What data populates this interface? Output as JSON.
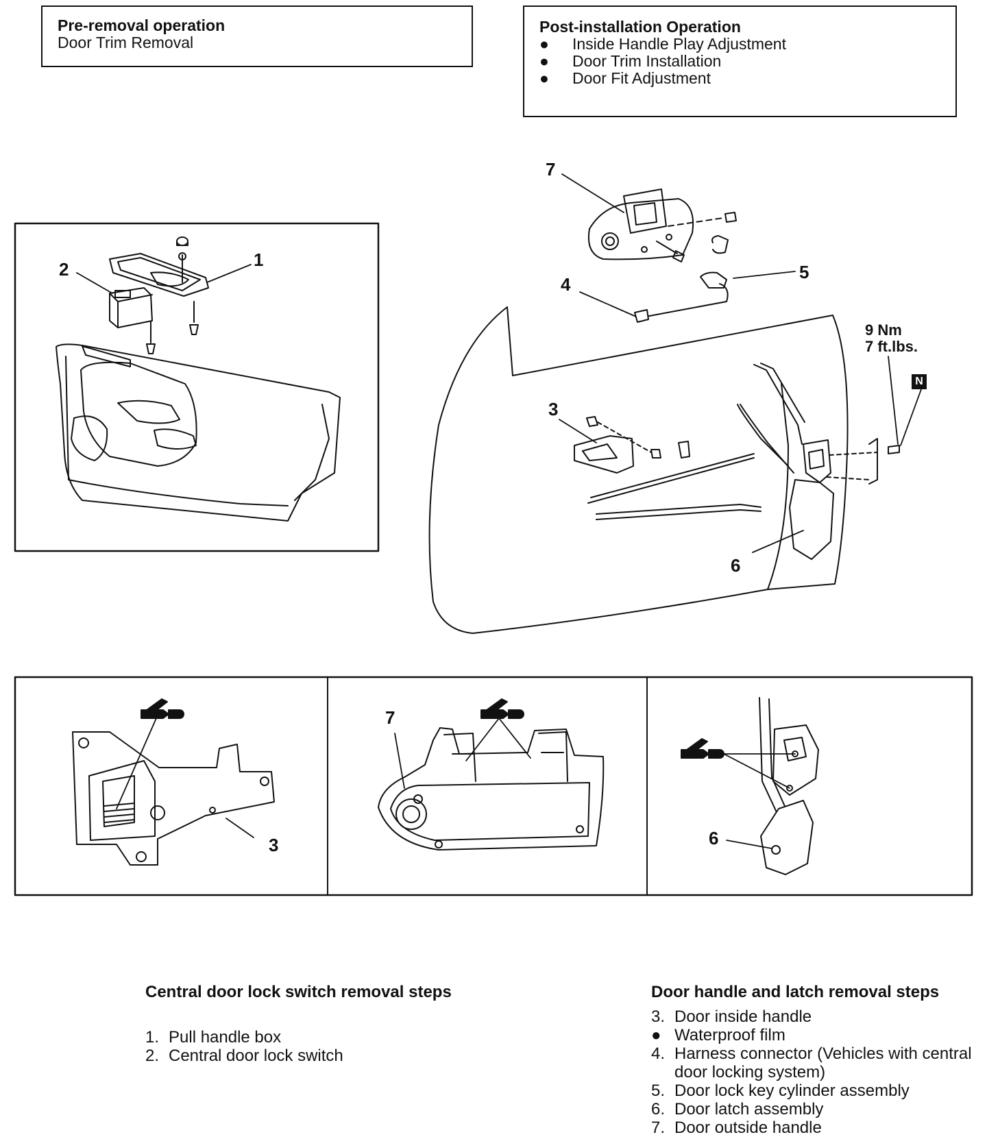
{
  "pre_removal": {
    "title": "Pre-removal operation",
    "lines": [
      "Door Trim Removal"
    ]
  },
  "post_installation": {
    "title": "Post-installation Operation",
    "items": [
      "Inside Handle Play Adjustment",
      "Door Trim Installation",
      "Door Fit Adjustment"
    ]
  },
  "callouts": {
    "c1": "1",
    "c2": "2",
    "c3": "3",
    "c4": "4",
    "c5": "5",
    "c6": "6",
    "c7": "7",
    "c3b": "3",
    "c6b": "6",
    "c7b": "7"
  },
  "torque": {
    "line1": "9 Nm",
    "line2": "7 ft.lbs.",
    "badge": "N"
  },
  "lock_switch_steps": {
    "title": "Central door lock switch removal steps",
    "items": [
      {
        "num": "1.",
        "text": "Pull handle box"
      },
      {
        "num": "2.",
        "text": "Central door lock switch"
      }
    ]
  },
  "handle_latch_steps": {
    "title": "Door handle and latch removal steps",
    "items": [
      {
        "num": "3.",
        "text": "Door inside handle"
      },
      {
        "num": "●",
        "text": "Waterproof film"
      },
      {
        "num": "4.",
        "text": "Harness connector (Vehicles with central door locking system)"
      },
      {
        "num": "5.",
        "text": "Door lock key cylinder assembly"
      },
      {
        "num": "6.",
        "text": "Door latch assembly"
      },
      {
        "num": "7.",
        "text": "Door outside handle"
      }
    ]
  },
  "icons": {
    "bullet": "●",
    "grease": "grease-gun-icon"
  }
}
